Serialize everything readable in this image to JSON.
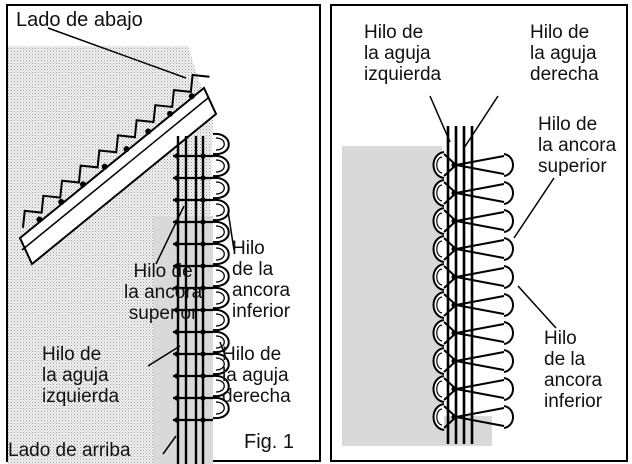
{
  "left": {
    "top_label": "Lado de abajo",
    "bottom_label": "Lado de arriba",
    "fig_label": "Fig. 1",
    "upper_looper": "Hilo de\nla ancora\nsuperior",
    "left_needle": "Hilo de\nla aguja\nizquierda",
    "lower_looper": "Hilo\nde la\nancora\ninferior",
    "right_needle": "Hilo de\nla aguja\nderecha"
  },
  "right": {
    "left_needle": "Hilo de\nla aguja\nizquierda",
    "right_needle": "Hilo de\nla aguja\nderecha",
    "upper_looper": "Hilo de\nla ancora\nsuperior",
    "lower_looper": "Hilo\nde la\nancora\ninferior"
  }
}
